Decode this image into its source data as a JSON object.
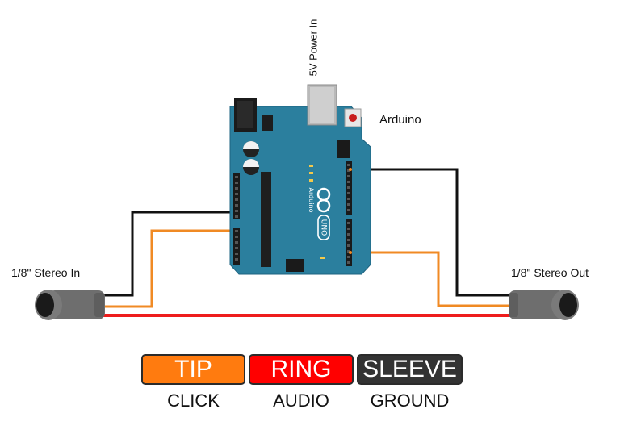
{
  "labels": {
    "power": "5V Power In",
    "arduino": "Arduino",
    "stereo_in": "1/8\" Stereo In",
    "stereo_out": "1/8\" Stereo Out"
  },
  "board": {
    "logo_text": "Arduino",
    "uno_text": "UNO"
  },
  "legend": [
    {
      "label": "TIP",
      "caption": "CLICK",
      "color": "#ff7b0f"
    },
    {
      "label": "RING",
      "caption": "AUDIO",
      "color": "#ff0000"
    },
    {
      "label": "SLEEVE",
      "caption": "GROUND",
      "color": "#333333"
    }
  ],
  "colors": {
    "board": "#2b7f9e",
    "wire_tip": "#f08a24",
    "wire_ring": "#ee1c1c",
    "wire_sleeve": "#111111",
    "jack": "#6e6e6e"
  }
}
